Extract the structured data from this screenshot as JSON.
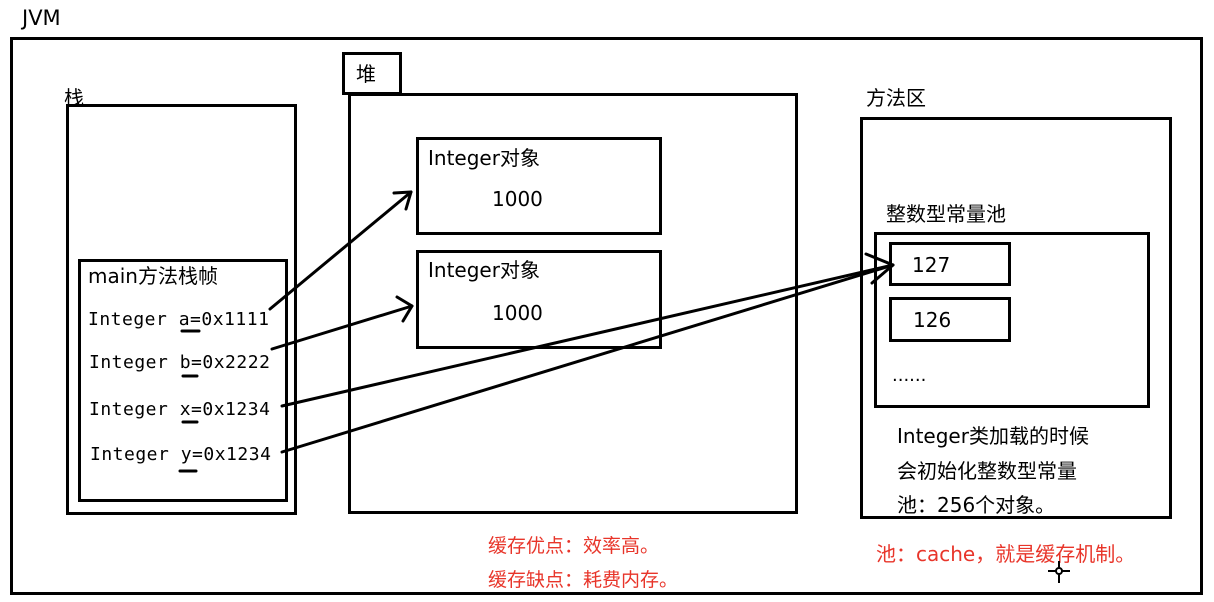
{
  "jvm_label": "JVM",
  "stack": {
    "label": "栈",
    "frame_title": "main方法栈帧",
    "vars": [
      {
        "type": "Integer",
        "name": "a",
        "value": "=0x1111"
      },
      {
        "type": "Integer",
        "name": "b",
        "value": "=0x2222"
      },
      {
        "type": "Integer",
        "name": "x",
        "value": "=0x1234"
      },
      {
        "type": "Integer",
        "name": "y",
        "value": "=0x1234"
      }
    ]
  },
  "heap": {
    "label": "堆",
    "objects": [
      {
        "title": "Integer对象",
        "value": "1000"
      },
      {
        "title": "Integer对象",
        "value": "1000"
      }
    ],
    "notes": [
      "缓存优点：效率高。",
      "缓存缺点：耗费内存。"
    ]
  },
  "method_area": {
    "label": "方法区",
    "pool_title": "整数型常量池",
    "pool_items": [
      "127",
      "126"
    ],
    "ellipsis": "......",
    "description": [
      "Integer类加载的时候",
      "会初始化整数型常量",
      "池：256个对象。"
    ],
    "note": "池：cache，就是缓存机制。"
  },
  "colors": {
    "note_red": "#e8352a",
    "line": "#000000"
  }
}
